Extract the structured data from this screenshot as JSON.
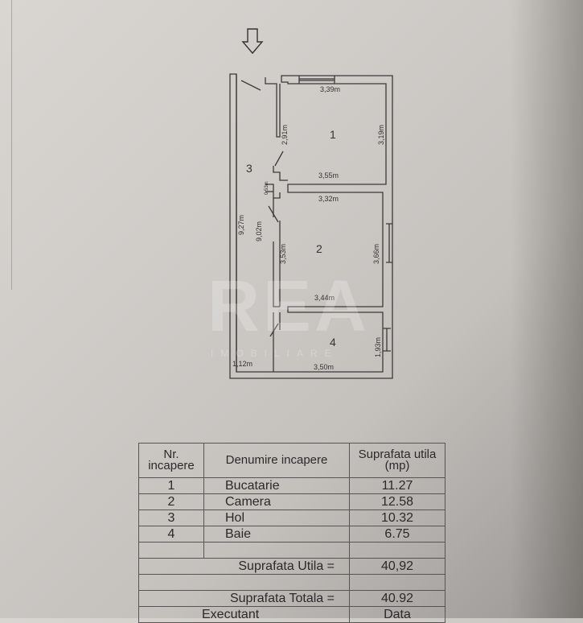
{
  "plan": {
    "rooms": [
      {
        "number": "1"
      },
      {
        "number": "2"
      },
      {
        "number": "3"
      },
      {
        "number": "4"
      }
    ],
    "dimensions": {
      "r1_top": "3,39m",
      "r1_left": "2,91m",
      "r1_right": "3,19m",
      "r1_bottom": "3,55m",
      "door_small": "0,53m",
      "r2_top": "3,32m",
      "r2_left": "3,53m",
      "r2_right": "3,66m",
      "r2_bottom": "3,44m",
      "hall_outer": "9,27m",
      "hall_inner": "9,02m",
      "r4_right": "1,93m",
      "r4_bottom": "3,50m",
      "hall_bottom": "1,12m"
    },
    "watermark": {
      "main": "REA",
      "sub": "IMOBILIARE"
    }
  },
  "table": {
    "headers": {
      "nr": "Nr. incapere",
      "name": "Denumire incapere",
      "area": "Suprafata utila (mp)"
    },
    "rows": [
      {
        "nr": "1",
        "name": "Bucatarie",
        "area": "11.27"
      },
      {
        "nr": "2",
        "name": "Camera",
        "area": "12.58"
      },
      {
        "nr": "3",
        "name": "Hol",
        "area": "10.32"
      },
      {
        "nr": "4",
        "name": "Baie",
        "area": "6.75"
      }
    ],
    "util_label": "Suprafata Utila =",
    "util_value": "40,92",
    "total_label": "Suprafata Totala =",
    "total_value": "40.92",
    "footer_left": "Executant",
    "footer_right": "Data"
  }
}
